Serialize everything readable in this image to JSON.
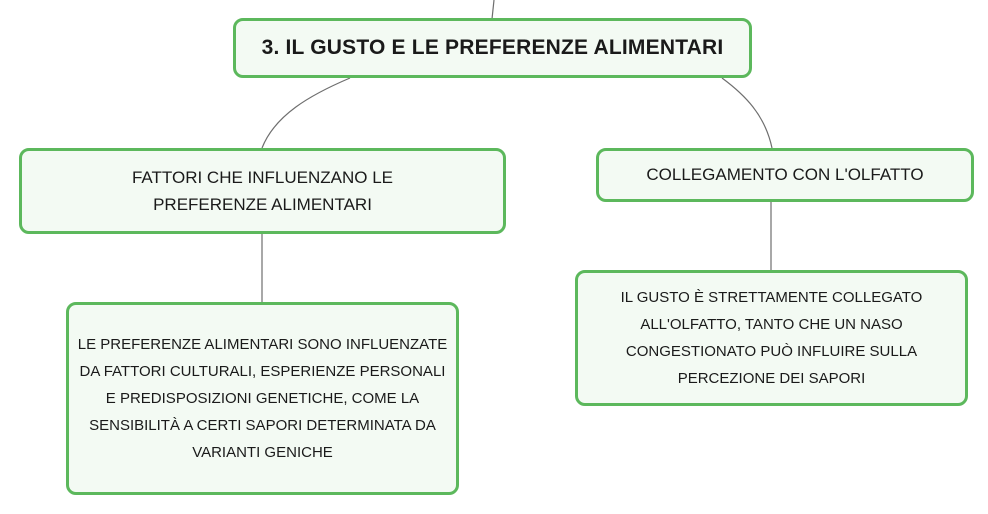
{
  "diagram": {
    "root": {
      "label": "3. IL GUSTO E LE PREFERENZE ALIMENTARI"
    },
    "branches": [
      {
        "label": "FATTORI CHE INFLUENZANO LE PREFERENZE ALIMENTARI",
        "detail": "LE PREFERENZE ALIMENTARI SONO INFLUENZATE DA FATTORI CULTURALI, ESPERIENZE PERSONALI E PREDISPOSIZIONI GENETICHE, COME LA SENSIBILITÀ A CERTI SAPORI DETERMINATA DA VARIANTI GENICHE"
      },
      {
        "label": "COLLEGAMENTO CON L'OLFATTO",
        "detail": "IL GUSTO È STRETTAMENTE COLLEGATO ALL'OLFATTO, TANTO CHE UN NASO CONGESTIONATO PUÒ INFLUIRE SULLA PERCEZIONE DEI SAPORI"
      }
    ],
    "colors": {
      "node_border": "#5cb85c",
      "node_fill": "#f3faf3",
      "connector": "#6e6e6e",
      "text": "#1a1a1a"
    }
  }
}
